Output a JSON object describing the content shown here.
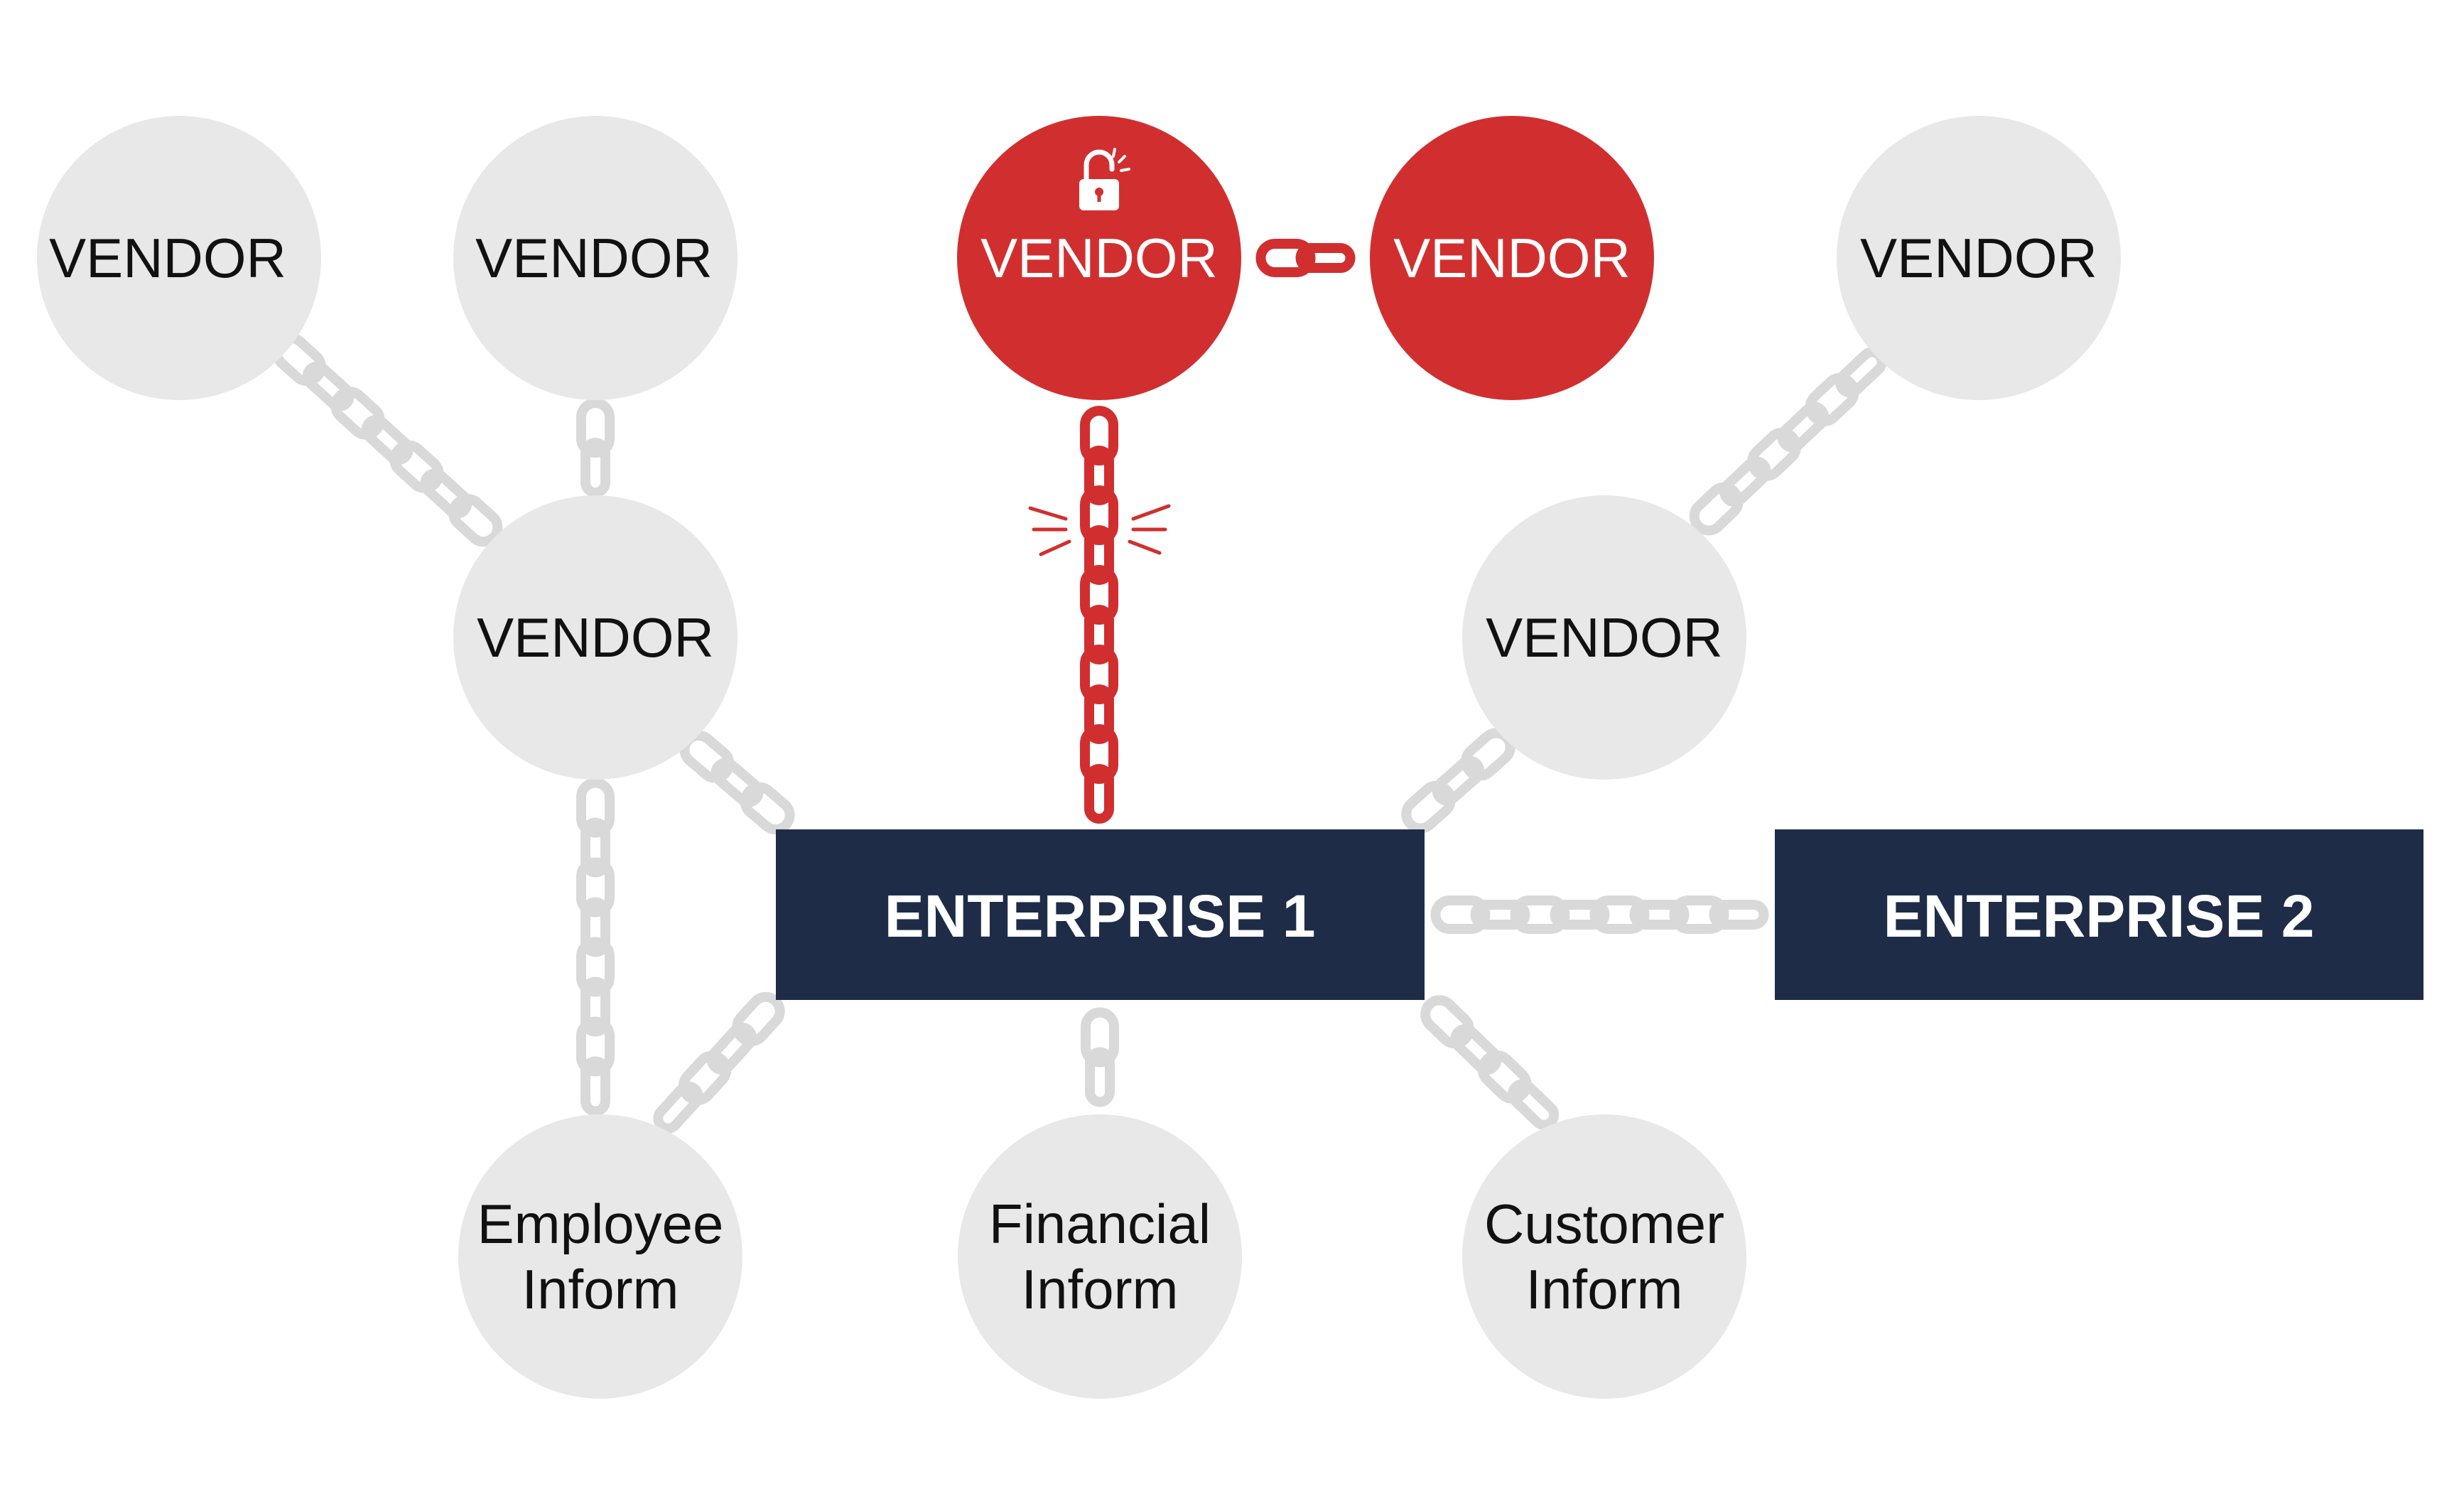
{
  "colors": {
    "node_gray": "#e8e8e8",
    "node_red": "#d12f2f",
    "enterprise_navy": "#1e2c47",
    "chain_gray": "#d9d9d9",
    "chain_red": "#d12f2f",
    "text_dark": "#111111",
    "text_light": "#ffffff"
  },
  "nodes": {
    "vendor_top_1": {
      "label": "VENDOR",
      "status": "normal"
    },
    "vendor_top_2": {
      "label": "VENDOR",
      "status": "normal"
    },
    "vendor_top_3": {
      "label": "VENDOR",
      "status": "compromised",
      "icon": "unlocked-padlock-icon"
    },
    "vendor_top_4": {
      "label": "VENDOR",
      "status": "compromised"
    },
    "vendor_top_5": {
      "label": "VENDOR",
      "status": "normal"
    },
    "vendor_mid_left": {
      "label": "VENDOR",
      "status": "normal"
    },
    "vendor_mid_right": {
      "label": "VENDOR",
      "status": "normal"
    },
    "enterprise_1": {
      "label": "ENTERPRISE 1"
    },
    "enterprise_2": {
      "label": "ENTERPRISE 2"
    },
    "info_employee": {
      "line1": "Employee",
      "line2": "Inform"
    },
    "info_financial": {
      "line1": "Financial",
      "line2": "Inform"
    },
    "info_customer": {
      "line1": "Customer",
      "line2": "Inform"
    }
  },
  "links": [
    {
      "from": "vendor_top_1",
      "to": "vendor_mid_left",
      "style": "gray"
    },
    {
      "from": "vendor_top_2",
      "to": "vendor_mid_left",
      "style": "gray"
    },
    {
      "from": "vendor_mid_left",
      "to": "enterprise_1",
      "style": "gray"
    },
    {
      "from": "vendor_mid_left",
      "to": "info_employee",
      "style": "gray"
    },
    {
      "from": "enterprise_1",
      "to": "info_employee",
      "style": "gray"
    },
    {
      "from": "enterprise_1",
      "to": "info_financial",
      "style": "gray"
    },
    {
      "from": "enterprise_1",
      "to": "info_customer",
      "style": "gray"
    },
    {
      "from": "enterprise_1",
      "to": "vendor_mid_right",
      "style": "gray"
    },
    {
      "from": "vendor_mid_right",
      "to": "vendor_top_5",
      "style": "gray"
    },
    {
      "from": "enterprise_1",
      "to": "enterprise_2",
      "style": "gray"
    },
    {
      "from": "vendor_top_3",
      "to": "vendor_top_4",
      "style": "red"
    },
    {
      "from": "vendor_top_3",
      "to": "enterprise_1",
      "style": "red",
      "broken": true
    }
  ]
}
